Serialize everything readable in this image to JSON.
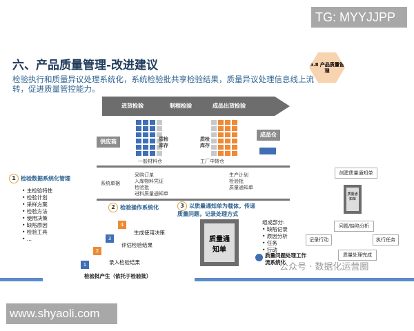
{
  "overlay": {
    "tg": "TG: MYYJJPP",
    "site": "www.shyaoli.com",
    "watermark": "公众号 · 数据化运营圈"
  },
  "slide": {
    "title": "六、产品质量管理-改进建议",
    "subtitle": "检验执行和质量异议处理系统化，系统检验批共享检验结果，质量异议处理信息线上流转，促进质量管控能力。",
    "badge": "5.8 产品质量管理",
    "flow": {
      "stage1": "进货检验",
      "stage2": "制程检验",
      "stage3": "成品出货检验",
      "supplier": "供应商",
      "wh1": "一般材料仓",
      "wh2": "工厂中转仓",
      "wh3": "成品仓",
      "stock": "质检库存"
    },
    "docs": {
      "label": "系统单据",
      "left": [
        "采购订单",
        "入库物料凭证",
        "检验批",
        "进料质量通知单"
      ],
      "right": [
        "生产计划",
        "检验批",
        "质量通知单"
      ]
    },
    "s1": {
      "num": "1",
      "title": "检验数据系统化管理",
      "items": [
        "主检验特性",
        "检验计划",
        "采样方案",
        "检验方法",
        "使用决策",
        "缺陷原因",
        "检验工具",
        "..."
      ]
    },
    "s2": {
      "num": "2",
      "title": "检验操作系统化",
      "steps": [
        {
          "n": "1",
          "label": "录入检验结果"
        },
        {
          "n": "2",
          "label": "评估检验结果"
        },
        {
          "n": "3",
          "label": "生成使用决策"
        },
        {
          "n": "4",
          "label": ""
        }
      ],
      "bottom": "检验批产生（依托于检验批）"
    },
    "s3": {
      "num": "3",
      "title": "以质量通知单为载体，传递质量问题，记录处理方式",
      "doc": "质量通知单",
      "parts_title": "组成部分:",
      "parts": [
        "缺陷记录",
        "原因分析",
        "任务",
        "行动"
      ],
      "workflow": "质量问题处理工作流系统化"
    },
    "chart": {
      "create": "创建质量通知单",
      "doc": "质量通知单",
      "analyze": "问题/缺陷分析",
      "record": "记录行动",
      "execute": "执行任务",
      "done": "质量处理完成"
    }
  },
  "colors": {
    "blue": "#3f6fb5",
    "orange": "#ee8a35",
    "gray": "#6d6d6d"
  }
}
